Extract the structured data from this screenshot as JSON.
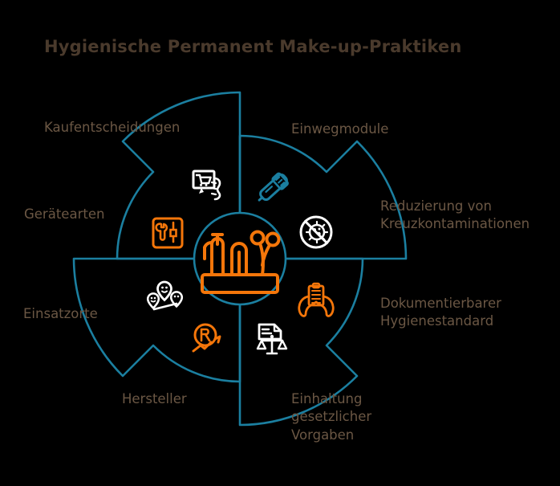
{
  "header": {
    "title": "Hygienische Permanent Make-up-Praktiken",
    "title_color": "#4a3a2c"
  },
  "theme": {
    "background": "#000000",
    "accent_teal": "#1b7fa0",
    "accent_orange": "#f4760a",
    "icon_white": "#ffffff",
    "label_color": "#6b5744"
  },
  "diagram": {
    "type": "segmented-wheel",
    "segment_count": 8,
    "center": {
      "icon": "tattoo-tools-tray-icon",
      "icon_color": "#f4760a"
    },
    "segments": [
      {
        "id": "einwegmodule",
        "label": "Einwegmodule",
        "icon": "disposable-cartridge-module-icon",
        "icon_color": "#1b7fa0",
        "position": "top-right"
      },
      {
        "id": "kreuzkontamination",
        "label": "Reduzierung von\nKreuzkontaminationen",
        "icon": "no-virus-bacteria-icon",
        "icon_color": "#ffffff",
        "position": "right-upper"
      },
      {
        "id": "hygienestandard",
        "label": "Dokumentierbarer\nHygienestandard",
        "icon": "hands-holding-clipboard-icon",
        "icon_color": "#f4760a",
        "position": "right-lower"
      },
      {
        "id": "gesetzliche-vorgaben",
        "label": "Einhaltung\ngesetzlicher\nVorgaben",
        "icon": "legal-document-scales-icon",
        "icon_color": "#ffffff",
        "position": "bottom-right"
      },
      {
        "id": "hersteller",
        "label": "Hersteller",
        "icon": "registered-trademark-growth-icon",
        "icon_color": "#f4760a",
        "position": "bottom-left"
      },
      {
        "id": "einsatzorte",
        "label": "Einsatzorte",
        "icon": "map-pins-locations-icon",
        "icon_color": "#ffffff",
        "position": "left-lower"
      },
      {
        "id": "geraetearten",
        "label": "Gerätearten",
        "icon": "toolbox-wrench-screwdriver-icon",
        "icon_color": "#f4760a",
        "position": "left-upper"
      },
      {
        "id": "kaufentscheidungen",
        "label": "Kaufentscheidungen",
        "icon": "shopping-cart-decision-icon",
        "icon_color": "#ffffff",
        "position": "top-left"
      }
    ]
  },
  "labels": {
    "kaufentscheidungen": "Kaufentscheidungen",
    "geraetearten": "Gerätearten",
    "einsatzorte": "Einsatzorte",
    "hersteller": "Hersteller",
    "einwegmodule": "Einwegmodule",
    "kreuzkontamination": "Reduzierung von\nKreuzkontaminationen",
    "hygienestandard": "Dokumentierbarer\nHygienestandard",
    "vorgaben": "Einhaltung\ngesetzlicher\nVorgaben"
  }
}
